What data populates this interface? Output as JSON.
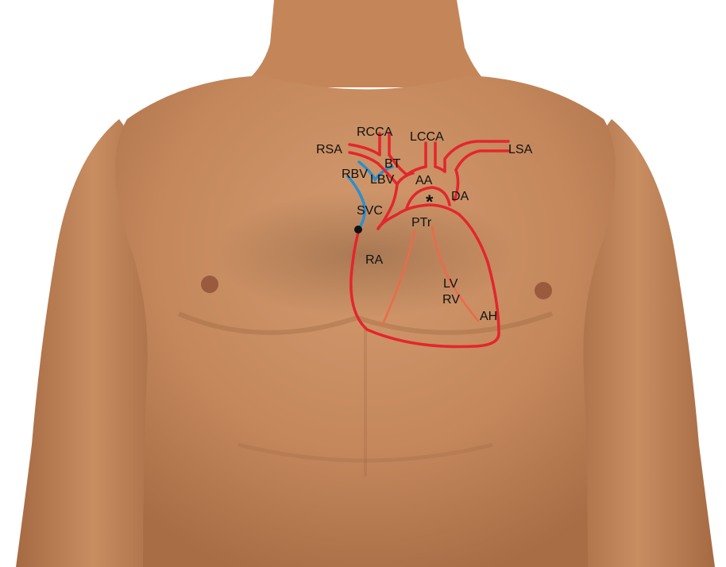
{
  "labels": {
    "rcca": "RCCA",
    "lcca": "LCCA",
    "rsa": "RSA",
    "lsa": "LSA",
    "bt": "BT",
    "rbv": "RBV",
    "lbv": "LBV",
    "aa": "AA",
    "da": "DA",
    "svc": "SVC",
    "ptr": "PTr",
    "ra": "RA",
    "lv": "LV",
    "rv": "RV",
    "ah": "AH"
  },
  "colors": {
    "artery": "#e3262c",
    "vein": "#2a8fd0",
    "septum": "#ec6a4a",
    "skin": "#c78a5f",
    "skin_shadow": "#a9704a",
    "nipple": "#9a5a3e"
  },
  "markers": {
    "asterisk": "*"
  }
}
